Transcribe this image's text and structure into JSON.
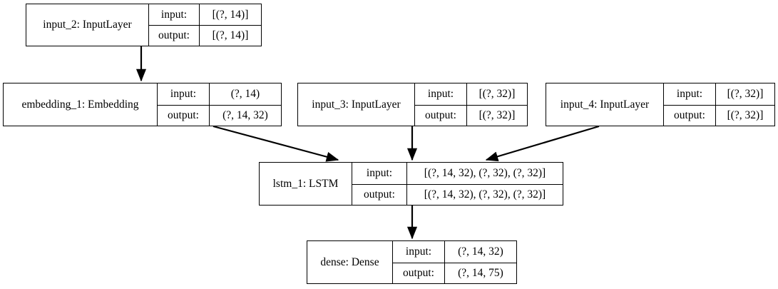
{
  "diagram": {
    "title": "Keras model architecture graph",
    "background_color": "#ffffff",
    "line_color": "#000000",
    "io_labels": {
      "input": "input:",
      "output": "output:"
    },
    "nodes": [
      {
        "id": "input_2",
        "name": "input_2: InputLayer",
        "input_shape": "[(?, 14)]",
        "output_shape": "[(?, 14)]"
      },
      {
        "id": "embedding_1",
        "name": "embedding_1: Embedding",
        "input_shape": "(?, 14)",
        "output_shape": "(?, 14, 32)"
      },
      {
        "id": "input_3",
        "name": "input_3: InputLayer",
        "input_shape": "[(?, 32)]",
        "output_shape": "[(?, 32)]"
      },
      {
        "id": "input_4",
        "name": "input_4: InputLayer",
        "input_shape": "[(?, 32)]",
        "output_shape": "[(?, 32)]"
      },
      {
        "id": "lstm_1",
        "name": "lstm_1: LSTM",
        "input_shape": "[(?, 14, 32), (?, 32), (?, 32)]",
        "output_shape": "[(?, 14, 32), (?, 32), (?, 32)]"
      },
      {
        "id": "dense",
        "name": "dense: Dense",
        "input_shape": "(?, 14, 32)",
        "output_shape": "(?, 14, 75)"
      }
    ],
    "edges": [
      {
        "from": "input_2",
        "to": "embedding_1"
      },
      {
        "from": "embedding_1",
        "to": "lstm_1"
      },
      {
        "from": "input_3",
        "to": "lstm_1"
      },
      {
        "from": "input_4",
        "to": "lstm_1"
      },
      {
        "from": "lstm_1",
        "to": "dense"
      }
    ]
  }
}
